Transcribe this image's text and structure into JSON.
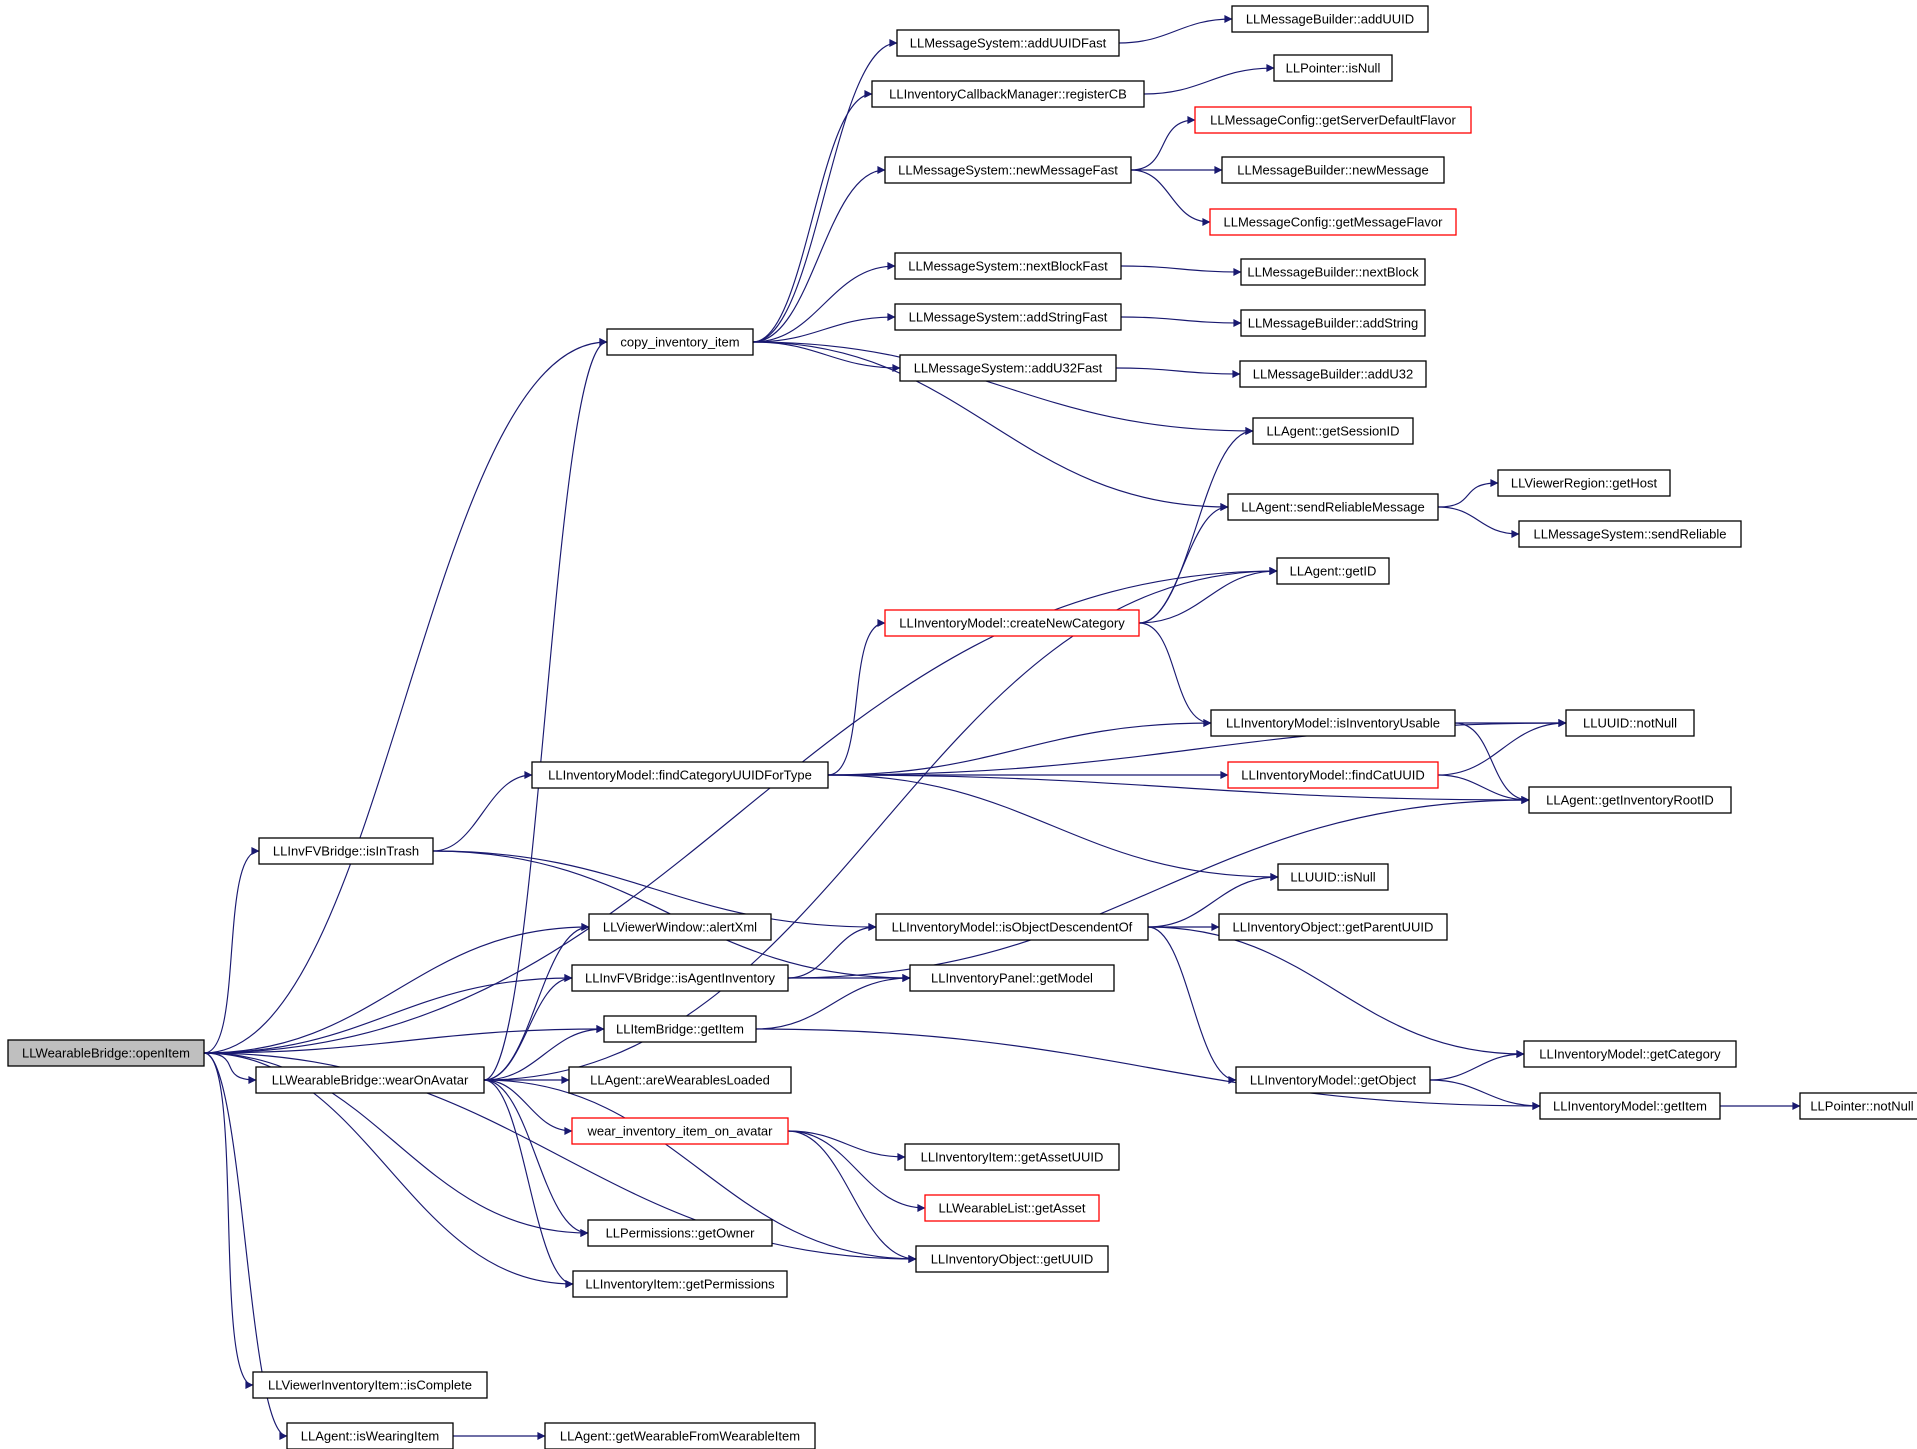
{
  "colors": {
    "edge": "#191970",
    "node_border": "#000000",
    "node_border_incomplete": "#ff0000",
    "root_fill": "#bfbfbf",
    "node_fill": "#ffffff"
  },
  "nodes": [
    {
      "id": "openItem",
      "label": "LLWearableBridge::openItem",
      "kind": "root"
    },
    {
      "id": "copyInv",
      "label": "copy_inventory_item",
      "kind": "normal"
    },
    {
      "id": "addUUIDFast",
      "label": "LLMessageSystem::addUUIDFast",
      "kind": "normal"
    },
    {
      "id": "mbAddUUID",
      "label": "LLMessageBuilder::addUUID",
      "kind": "normal"
    },
    {
      "id": "registerCB",
      "label": "LLInventoryCallbackManager::registerCB",
      "kind": "normal"
    },
    {
      "id": "ptrIsNull",
      "label": "LLPointer::isNull",
      "kind": "normal"
    },
    {
      "id": "getServerFlavor",
      "label": "LLMessageConfig::getServerDefaultFlavor",
      "kind": "incomplete"
    },
    {
      "id": "newMsgFast",
      "label": "LLMessageSystem::newMessageFast",
      "kind": "normal"
    },
    {
      "id": "mbNewMessage",
      "label": "LLMessageBuilder::newMessage",
      "kind": "normal"
    },
    {
      "id": "getMsgFlavor",
      "label": "LLMessageConfig::getMessageFlavor",
      "kind": "incomplete"
    },
    {
      "id": "nextBlockFast",
      "label": "LLMessageSystem::nextBlockFast",
      "kind": "normal"
    },
    {
      "id": "mbNextBlock",
      "label": "LLMessageBuilder::nextBlock",
      "kind": "normal"
    },
    {
      "id": "addStringFast",
      "label": "LLMessageSystem::addStringFast",
      "kind": "normal"
    },
    {
      "id": "mbAddString",
      "label": "LLMessageBuilder::addString",
      "kind": "normal"
    },
    {
      "id": "addU32Fast",
      "label": "LLMessageSystem::addU32Fast",
      "kind": "normal"
    },
    {
      "id": "mbAddU32",
      "label": "LLMessageBuilder::addU32",
      "kind": "normal"
    },
    {
      "id": "getSessionID",
      "label": "LLAgent::getSessionID",
      "kind": "normal"
    },
    {
      "id": "sendReliableMsg",
      "label": "LLAgent::sendReliableMessage",
      "kind": "normal"
    },
    {
      "id": "getHost",
      "label": "LLViewerRegion::getHost",
      "kind": "normal"
    },
    {
      "id": "sendReliable",
      "label": "LLMessageSystem::sendReliable",
      "kind": "normal"
    },
    {
      "id": "getID",
      "label": "LLAgent::getID",
      "kind": "normal"
    },
    {
      "id": "createNewCat",
      "label": "LLInventoryModel::createNewCategory",
      "kind": "incomplete"
    },
    {
      "id": "isInvUsable",
      "label": "LLInventoryModel::isInventoryUsable",
      "kind": "normal"
    },
    {
      "id": "uuidNotNull",
      "label": "LLUUID::notNull",
      "kind": "normal"
    },
    {
      "id": "findCatForType",
      "label": "LLInventoryModel::findCategoryUUIDForType",
      "kind": "normal"
    },
    {
      "id": "findCatUUID",
      "label": "LLInventoryModel::findCatUUID",
      "kind": "incomplete"
    },
    {
      "id": "getInvRootID",
      "label": "LLAgent::getInventoryRootID",
      "kind": "normal"
    },
    {
      "id": "isInTrash",
      "label": "LLInvFVBridge::isInTrash",
      "kind": "normal"
    },
    {
      "id": "uuidIsNull",
      "label": "LLUUID::isNull",
      "kind": "normal"
    },
    {
      "id": "alertXml",
      "label": "LLViewerWindow::alertXml",
      "kind": "normal"
    },
    {
      "id": "isObjDescendent",
      "label": "LLInventoryModel::isObjectDescendentOf",
      "kind": "normal"
    },
    {
      "id": "getParentUUID",
      "label": "LLInventoryObject::getParentUUID",
      "kind": "normal"
    },
    {
      "id": "isAgentInv",
      "label": "LLInvFVBridge::isAgentInventory",
      "kind": "normal"
    },
    {
      "id": "getModel",
      "label": "LLInventoryPanel::getModel",
      "kind": "normal"
    },
    {
      "id": "ibGetItem",
      "label": "LLItemBridge::getItem",
      "kind": "normal"
    },
    {
      "id": "getCategory",
      "label": "LLInventoryModel::getCategory",
      "kind": "normal"
    },
    {
      "id": "wearOnAvatar",
      "label": "LLWearableBridge::wearOnAvatar",
      "kind": "normal"
    },
    {
      "id": "areWearablesLoaded",
      "label": "LLAgent::areWearablesLoaded",
      "kind": "normal"
    },
    {
      "id": "getObject",
      "label": "LLInventoryModel::getObject",
      "kind": "normal"
    },
    {
      "id": "imGetItem",
      "label": "LLInventoryModel::getItem",
      "kind": "normal"
    },
    {
      "id": "ptrNotNull",
      "label": "LLPointer::notNull",
      "kind": "normal"
    },
    {
      "id": "wearInvItem",
      "label": "wear_inventory_item_on_avatar",
      "kind": "incomplete"
    },
    {
      "id": "getAssetUUID",
      "label": "LLInventoryItem::getAssetUUID",
      "kind": "normal"
    },
    {
      "id": "wlGetAsset",
      "label": "LLWearableList::getAsset",
      "kind": "incomplete"
    },
    {
      "id": "getOwner",
      "label": "LLPermissions::getOwner",
      "kind": "normal"
    },
    {
      "id": "objGetUUID",
      "label": "LLInventoryObject::getUUID",
      "kind": "normal"
    },
    {
      "id": "getPermissions",
      "label": "LLInventoryItem::getPermissions",
      "kind": "normal"
    },
    {
      "id": "isComplete",
      "label": "LLViewerInventoryItem::isComplete",
      "kind": "normal"
    },
    {
      "id": "isWearingItem",
      "label": "LLAgent::isWearingItem",
      "kind": "normal"
    },
    {
      "id": "getWearableFromItem",
      "label": "LLAgent::getWearableFromWearableItem",
      "kind": "normal"
    }
  ],
  "edges": [
    [
      "openItem",
      "copyInv"
    ],
    [
      "openItem",
      "getID"
    ],
    [
      "openItem",
      "isInTrash"
    ],
    [
      "openItem",
      "alertXml"
    ],
    [
      "openItem",
      "isAgentInv"
    ],
    [
      "openItem",
      "ibGetItem"
    ],
    [
      "openItem",
      "wearOnAvatar"
    ],
    [
      "openItem",
      "getOwner"
    ],
    [
      "openItem",
      "getPermissions"
    ],
    [
      "openItem",
      "objGetUUID"
    ],
    [
      "openItem",
      "isComplete"
    ],
    [
      "openItem",
      "isWearingItem"
    ],
    [
      "copyInv",
      "addUUIDFast"
    ],
    [
      "copyInv",
      "registerCB"
    ],
    [
      "copyInv",
      "newMsgFast"
    ],
    [
      "copyInv",
      "nextBlockFast"
    ],
    [
      "copyInv",
      "addStringFast"
    ],
    [
      "copyInv",
      "addU32Fast"
    ],
    [
      "copyInv",
      "getSessionID"
    ],
    [
      "copyInv",
      "sendReliableMsg"
    ],
    [
      "addUUIDFast",
      "mbAddUUID"
    ],
    [
      "registerCB",
      "ptrIsNull"
    ],
    [
      "newMsgFast",
      "getServerFlavor"
    ],
    [
      "newMsgFast",
      "mbNewMessage"
    ],
    [
      "newMsgFast",
      "getMsgFlavor"
    ],
    [
      "nextBlockFast",
      "mbNextBlock"
    ],
    [
      "addStringFast",
      "mbAddString"
    ],
    [
      "addU32Fast",
      "mbAddU32"
    ],
    [
      "sendReliableMsg",
      "getHost"
    ],
    [
      "sendReliableMsg",
      "sendReliable"
    ],
    [
      "createNewCat",
      "getSessionID"
    ],
    [
      "createNewCat",
      "sendReliableMsg"
    ],
    [
      "createNewCat",
      "getID"
    ],
    [
      "createNewCat",
      "isInvUsable"
    ],
    [
      "isInvUsable",
      "uuidNotNull"
    ],
    [
      "isInvUsable",
      "getInvRootID"
    ],
    [
      "findCatForType",
      "createNewCat"
    ],
    [
      "findCatForType",
      "isInvUsable"
    ],
    [
      "findCatForType",
      "uuidNotNull"
    ],
    [
      "findCatForType",
      "findCatUUID"
    ],
    [
      "findCatForType",
      "getInvRootID"
    ],
    [
      "findCatForType",
      "uuidIsNull"
    ],
    [
      "findCatUUID",
      "uuidNotNull"
    ],
    [
      "findCatUUID",
      "getInvRootID"
    ],
    [
      "isInTrash",
      "findCatForType"
    ],
    [
      "isInTrash",
      "isObjDescendent"
    ],
    [
      "isInTrash",
      "getModel"
    ],
    [
      "isObjDescendent",
      "uuidIsNull"
    ],
    [
      "isObjDescendent",
      "getParentUUID"
    ],
    [
      "isObjDescendent",
      "getObject"
    ],
    [
      "isObjDescendent",
      "getCategory"
    ],
    [
      "isAgentInv",
      "isObjDescendent"
    ],
    [
      "isAgentInv",
      "getModel"
    ],
    [
      "isAgentInv",
      "getInvRootID"
    ],
    [
      "ibGetItem",
      "getModel"
    ],
    [
      "ibGetItem",
      "imGetItem"
    ],
    [
      "getObject",
      "getCategory"
    ],
    [
      "getObject",
      "imGetItem"
    ],
    [
      "imGetItem",
      "ptrNotNull"
    ],
    [
      "wearOnAvatar",
      "copyInv"
    ],
    [
      "wearOnAvatar",
      "getID"
    ],
    [
      "wearOnAvatar",
      "alertXml"
    ],
    [
      "wearOnAvatar",
      "isAgentInv"
    ],
    [
      "wearOnAvatar",
      "ibGetItem"
    ],
    [
      "wearOnAvatar",
      "areWearablesLoaded"
    ],
    [
      "wearOnAvatar",
      "wearInvItem"
    ],
    [
      "wearOnAvatar",
      "getOwner"
    ],
    [
      "wearOnAvatar",
      "getPermissions"
    ],
    [
      "wearOnAvatar",
      "objGetUUID"
    ],
    [
      "wearInvItem",
      "getAssetUUID"
    ],
    [
      "wearInvItem",
      "wlGetAsset"
    ],
    [
      "wearInvItem",
      "objGetUUID"
    ],
    [
      "isWearingItem",
      "getWearableFromItem"
    ]
  ]
}
